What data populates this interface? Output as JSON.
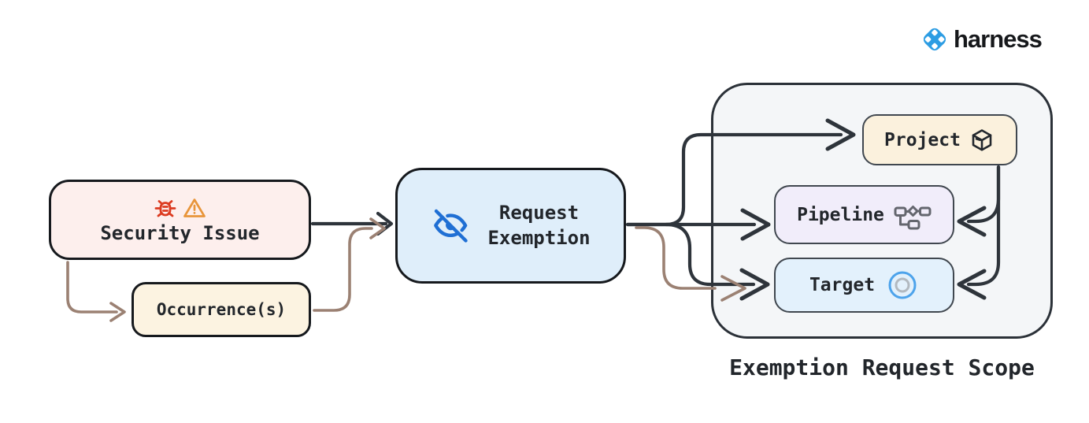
{
  "logo": {
    "brand": "harness",
    "icon": "harness-logo-icon",
    "icon_color": "#2d9de3"
  },
  "nodes": {
    "security_issue": {
      "label": "Security Issue",
      "fill": "#fdefed",
      "icons": [
        "bug-icon",
        "warning-icon"
      ]
    },
    "occurrences": {
      "label": "Occurrence(s)",
      "fill": "#fcf3e1"
    },
    "request_exemption": {
      "label": "Request Exemption",
      "line1": "Request",
      "line2": "Exemption",
      "fill": "#dfeefa",
      "icon": "eye-off-icon"
    },
    "project": {
      "label": "Project",
      "fill": "#fbf1dd",
      "icon": "package-icon"
    },
    "pipeline": {
      "label": "Pipeline",
      "fill": "#f1edfa",
      "icon": "pipeline-dag-icon"
    },
    "target": {
      "label": "Target",
      "fill": "#e3f1fc",
      "icon": "target-icon"
    }
  },
  "scope": {
    "label": "Exemption Request Scope",
    "fill": "#f4f6f8"
  },
  "edges": [
    {
      "from": "security_issue",
      "to": "request_exemption",
      "color": "dark"
    },
    {
      "from": "security_issue",
      "to": "occurrences",
      "color": "brown"
    },
    {
      "from": "occurrences",
      "to": "request_exemption",
      "color": "brown"
    },
    {
      "from": "request_exemption",
      "to": "project",
      "color": "dark"
    },
    {
      "from": "request_exemption",
      "to": "pipeline",
      "color": "dark"
    },
    {
      "from": "request_exemption",
      "to": "target",
      "color": "dark"
    },
    {
      "from": "request_exemption",
      "to": "target",
      "color": "brown"
    },
    {
      "from": "project",
      "to": "pipeline",
      "color": "dark"
    },
    {
      "from": "project",
      "to": "target",
      "color": "dark"
    }
  ],
  "colors": {
    "edge_dark": "#2e343b",
    "edge_brown": "#9b8173",
    "bug_red": "#dc3b20",
    "warning_orange": "#e8953a",
    "eye_blue": "#1f6fd4",
    "target_outer_blue": "#4da3eb",
    "target_inner_gray": "#b2b9c0",
    "pipeline_gray": "#64666e",
    "logo_blue": "#2d9de3",
    "text": "#22262b",
    "scope_fill": "#f4f6f8"
  }
}
